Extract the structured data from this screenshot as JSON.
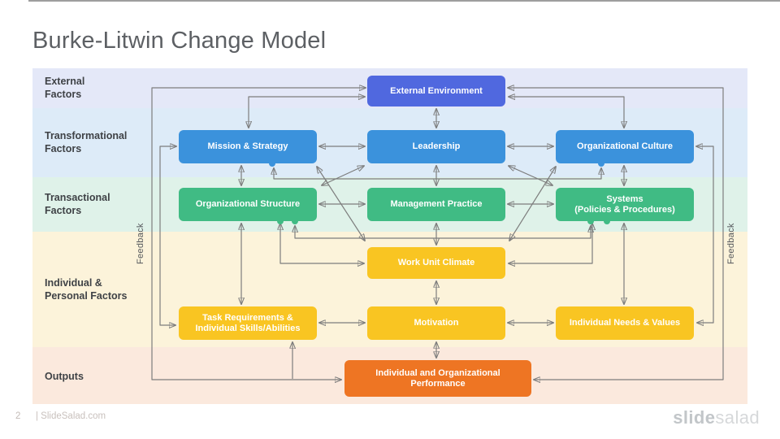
{
  "title": "Burke-Litwin Change Model",
  "bands": [
    {
      "label": "External\nFactors"
    },
    {
      "label": "Transformational\nFactors"
    },
    {
      "label": "Transactional\nFactors"
    },
    {
      "label": "Individual &\nPersonal Factors"
    },
    {
      "label": "Outputs"
    }
  ],
  "boxes": {
    "external_environment": {
      "label": "External Environment"
    },
    "mission_strategy": {
      "label": "Mission & Strategy"
    },
    "leadership": {
      "label": "Leadership"
    },
    "organizational_culture": {
      "label": "Organizational Culture"
    },
    "organizational_structure": {
      "label": "Organizational Structure"
    },
    "management_practice": {
      "label": "Management Practice"
    },
    "systems": {
      "label": "Systems\n(Policies & Procedures)"
    },
    "work_unit_climate": {
      "label": "Work Unit Climate"
    },
    "task_requirements": {
      "label": "Task Requirements &\nIndividual Skills/Abilities"
    },
    "motivation": {
      "label": "Motivation"
    },
    "individual_needs": {
      "label": "Individual Needs & Values"
    },
    "performance": {
      "label": "Individual and Organizational\nPerformance"
    }
  },
  "feedback": {
    "left": "Feedback",
    "right": "Feedback"
  },
  "footer": {
    "page_number": "2",
    "site": "| SlideSalad.com"
  },
  "logo": {
    "part_bold": "slide",
    "part_light": "salad"
  },
  "colors": {
    "box_indigo": "#5068DF",
    "box_blue": "#3B92DC",
    "box_green": "#40BB84",
    "box_yellow": "#F9C522",
    "box_orange": "#EE7523",
    "band_external": "#E4E8F8",
    "band_transformational": "#DDEBF8",
    "band_transactional": "#DFF2E9",
    "band_individual": "#FCF3DA",
    "band_outputs": "#FBE9DD",
    "arrow_gray": "#7d7d7d",
    "title_gray": "#5d6064"
  }
}
